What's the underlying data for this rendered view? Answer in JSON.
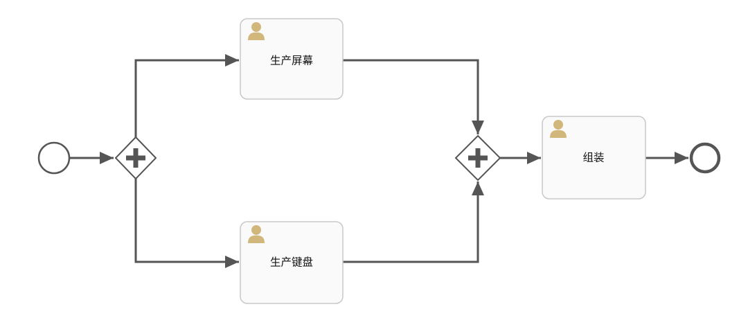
{
  "diagram": {
    "kind": "bpmn-process",
    "background": "#ffffff",
    "colors": {
      "flow_stroke": "#555555",
      "task_fill": "#fafafa",
      "task_border": "#c8c8c8",
      "user_icon": "#d2b77c",
      "label_text": "#111111"
    },
    "nodes": {
      "start_event": {
        "type": "start-event"
      },
      "parallel_split_gateway": {
        "type": "parallel-gateway",
        "symbol": "+"
      },
      "task_top": {
        "type": "user-task",
        "label": "生产屏幕",
        "icon": "user-icon"
      },
      "task_bottom": {
        "type": "user-task",
        "label": "生产键盘",
        "icon": "user-icon"
      },
      "parallel_join_gateway": {
        "type": "parallel-gateway",
        "symbol": "+"
      },
      "task_assemble": {
        "type": "user-task",
        "label": "组装",
        "icon": "user-icon"
      },
      "end_event": {
        "type": "end-event"
      }
    },
    "flows": [
      {
        "from": "start_event",
        "to": "parallel_split_gateway"
      },
      {
        "from": "parallel_split_gateway",
        "to": "task_top"
      },
      {
        "from": "parallel_split_gateway",
        "to": "task_bottom"
      },
      {
        "from": "task_top",
        "to": "parallel_join_gateway"
      },
      {
        "from": "task_bottom",
        "to": "parallel_join_gateway"
      },
      {
        "from": "parallel_join_gateway",
        "to": "task_assemble"
      },
      {
        "from": "task_assemble",
        "to": "end_event"
      }
    ]
  }
}
